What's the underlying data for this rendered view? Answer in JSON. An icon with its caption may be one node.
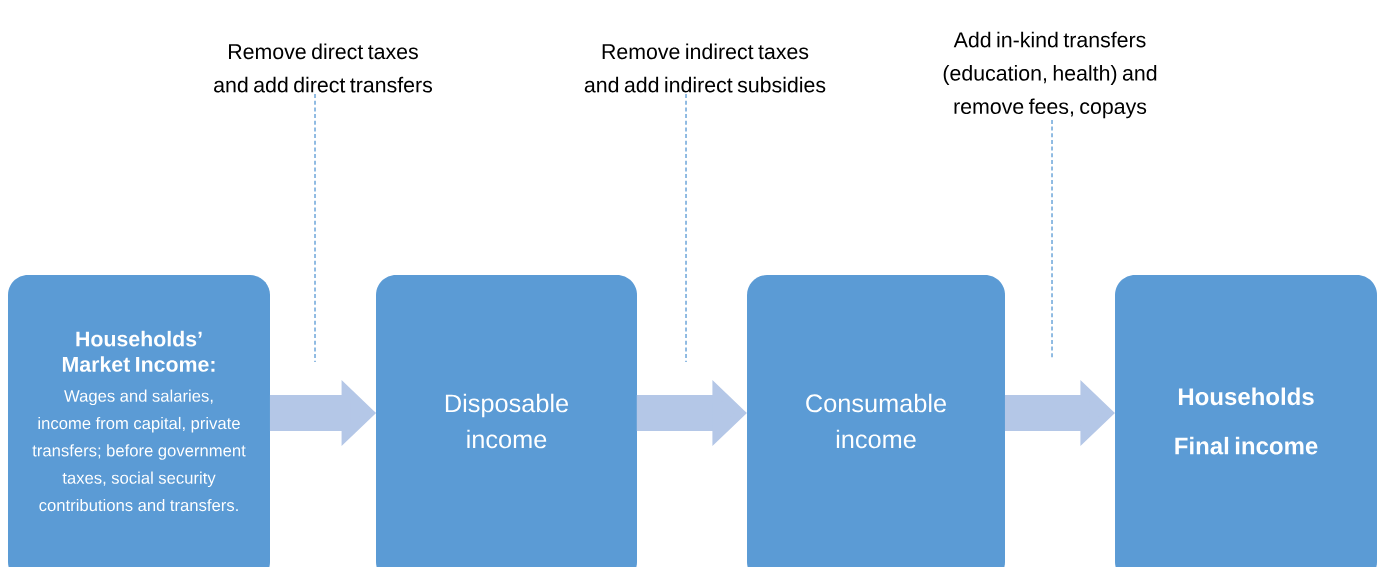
{
  "diagram": {
    "nodes": [
      {
        "text": [
          "Households’ Market Income:",
          "Wages and salaries, income from capital, private transfers; before government taxes, social security contributions and transfers."
        ]
      },
      {
        "text": [
          "Disposable income"
        ]
      },
      {
        "text": [
          "Consumable income"
        ]
      },
      {
        "text": [
          "Households Final income"
        ]
      },
      {
        "text": [
          "Remove direct taxes and add direct transfers"
        ]
      },
      {
        "text": [
          "Remove indirect taxes and add indirect subsidies"
        ]
      },
      {
        "text": [
          "Add in-kind transfers (education, health) and remove fees, copays"
        ]
      }
    ],
    "edges": [
      {
        "from": 0,
        "to": 1,
        "arrow": "to",
        "style": "thick",
        "color": "#b4c7e7"
      },
      {
        "from": 1,
        "to": 2,
        "arrow": "to",
        "style": "thick",
        "color": "#b4c7e7"
      },
      {
        "from": 2,
        "to": 3,
        "arrow": "to",
        "style": "thick",
        "color": "#b4c7e7"
      },
      {
        "from": 4,
        "to": null,
        "arrow": "none",
        "style": "dashed",
        "color": "#5b9bd5"
      },
      {
        "from": 5,
        "to": null,
        "arrow": "none",
        "style": "dashed",
        "color": "#5b9bd5"
      },
      {
        "from": 6,
        "to": null,
        "arrow": "none",
        "style": "dashed",
        "color": "#5b9bd5"
      }
    ]
  }
}
